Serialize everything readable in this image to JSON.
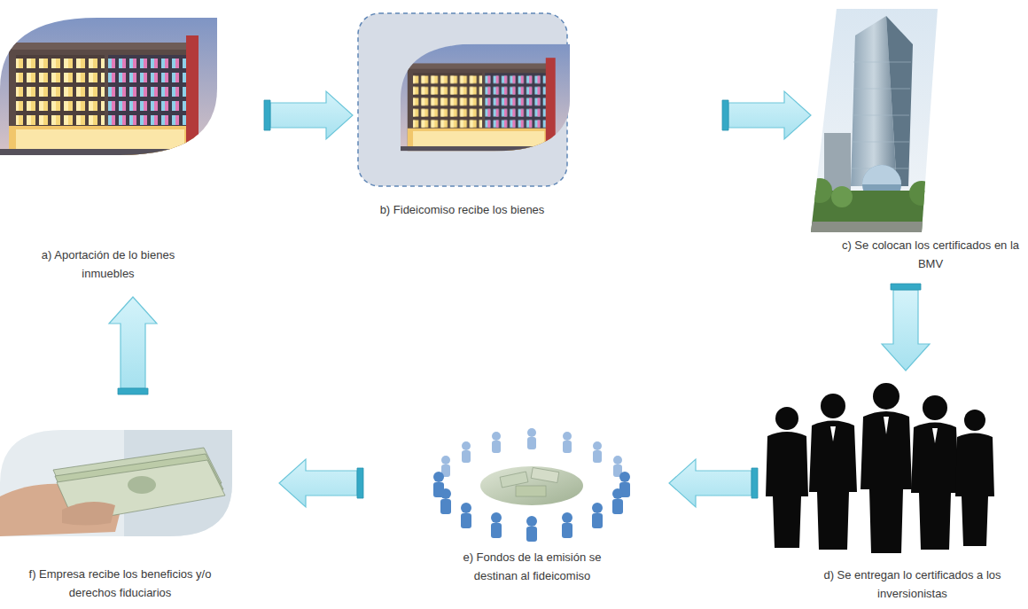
{
  "diagram": {
    "nodes": [
      {
        "text": [
          "a) Aportación de lo bienes inmuebles"
        ]
      },
      {
        "text": [
          "b) Fideicomiso recibe los bienes"
        ]
      },
      {
        "text": [
          "c) Se colocan los certificados en la BMV"
        ]
      },
      {
        "text": [
          "d) Se entregan lo certificados a los inversionistas"
        ]
      },
      {
        "text": [
          "e) Fondos de la emisión se destinan al fideicomiso"
        ]
      },
      {
        "text": [
          "f) Empresa recibe los beneficios y/o derechos fiduciarios"
        ]
      }
    ],
    "edges": [
      {
        "from": 0,
        "to": 1,
        "arrow": "to"
      },
      {
        "from": 1,
        "to": 2,
        "arrow": "to"
      },
      {
        "from": 2,
        "to": 3,
        "arrow": "to"
      },
      {
        "from": 3,
        "to": 4,
        "arrow": "to"
      },
      {
        "from": 4,
        "to": 5,
        "arrow": "to"
      },
      {
        "from": 5,
        "to": 0,
        "arrow": "to"
      }
    ]
  }
}
